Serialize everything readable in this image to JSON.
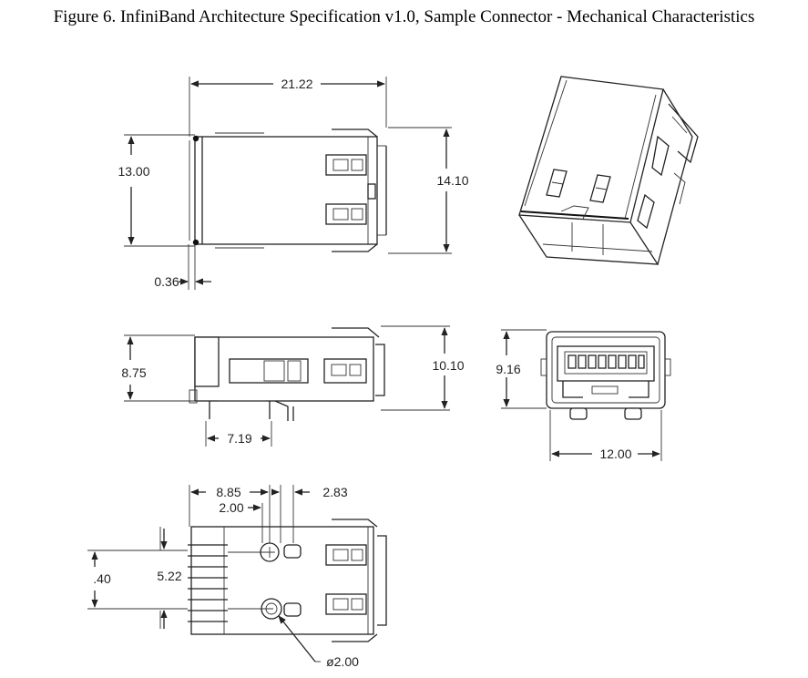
{
  "figure": {
    "caption": "Figure 6. InfiniBand Architecture Specification v1.0, Sample Connector - Mechanical Characteristics"
  },
  "views": {
    "top": {
      "width_label": "21.22",
      "height_label": "13.00",
      "overall_height_label": "14.10",
      "offset_label": "0.36"
    },
    "side": {
      "height_label": "8.75",
      "overall_height_label": "10.10",
      "pin_offset_label": "7.19"
    },
    "front": {
      "height_label": "9.16",
      "width_label": "12.00"
    },
    "bottom": {
      "hole_x_label": "8.85",
      "hole_spacing_label": "2.00",
      "peg_offset_label": "2.83",
      "outer_label": ".40",
      "inner_label": "5.22",
      "hole_diameter_label": "ø2.00"
    }
  }
}
